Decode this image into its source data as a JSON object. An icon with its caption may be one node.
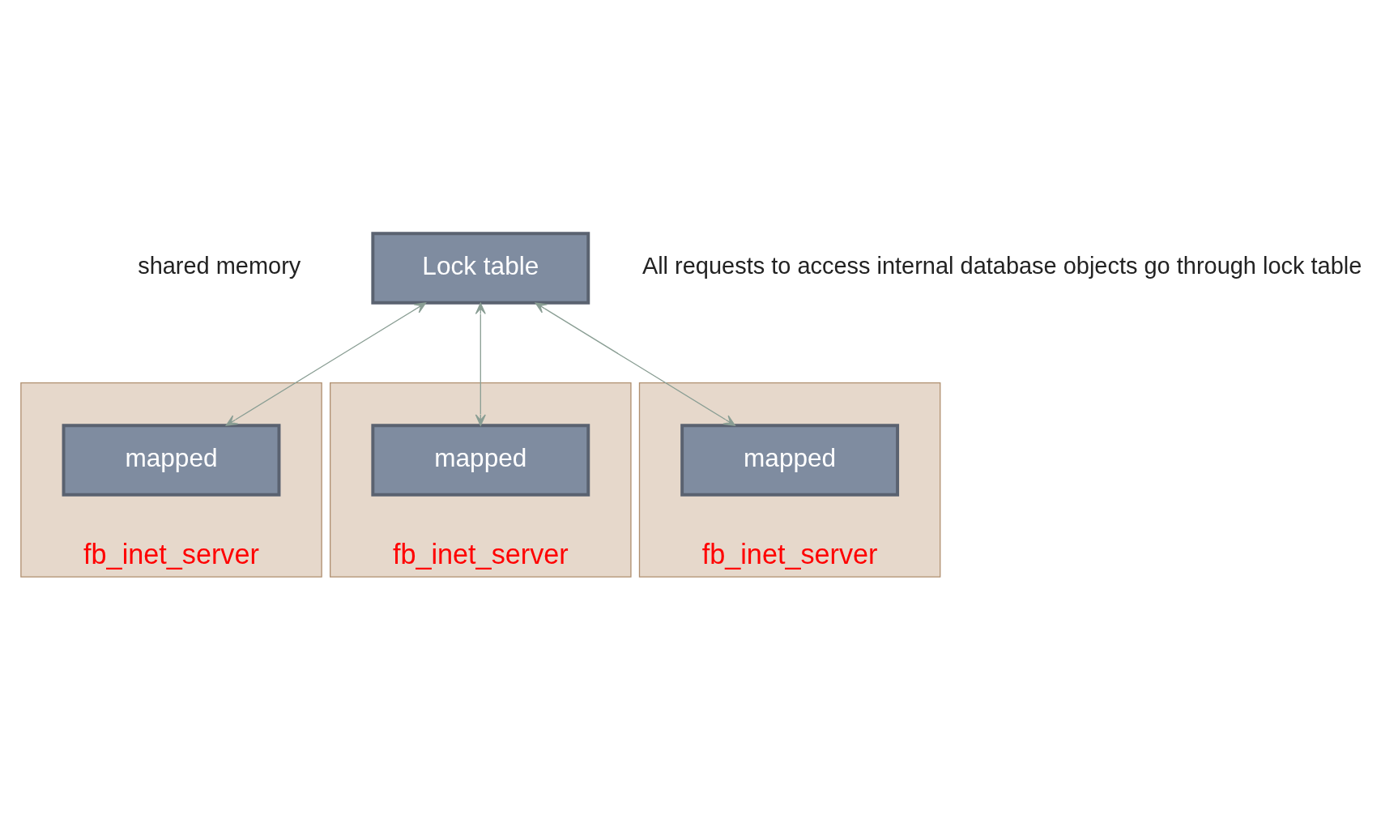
{
  "diagram": {
    "nodes": [
      {
        "text": [
          "Lock table"
        ]
      },
      {
        "text": [
          "fb_inet_server"
        ]
      },
      {
        "text": [
          "mapped"
        ],
        "in": 1
      },
      {
        "text": [
          "fb_inet_server"
        ]
      },
      {
        "text": [
          "mapped"
        ],
        "in": 3
      },
      {
        "text": [
          "fb_inet_server"
        ]
      },
      {
        "text": [
          "mapped"
        ],
        "in": 5
      }
    ],
    "edges": [
      {
        "from": 0,
        "to": 2,
        "arrow": "both"
      },
      {
        "from": 0,
        "to": 4,
        "arrow": "both"
      },
      {
        "from": 0,
        "to": 6,
        "arrow": "both"
      }
    ],
    "labels": [
      "shared memory",
      "All requests to access internal database objects go through lock table"
    ]
  }
}
